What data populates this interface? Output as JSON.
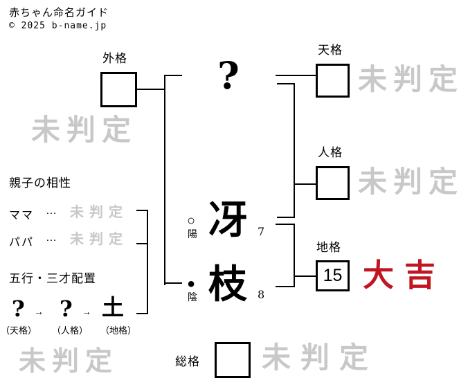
{
  "header": {
    "title": "赤ちゃん命名ガイド",
    "copyright": "© 2025 b-name.jp"
  },
  "colors": {
    "line": "#000000",
    "watermark_gray": "#c8c8c8",
    "luck_red": "#c01622"
  },
  "name": {
    "surname_placeholder": "?",
    "given_chars": [
      {
        "char": "冴",
        "strokes": "7",
        "polarity_symbol": "○",
        "polarity_label": "陽"
      },
      {
        "char": "枝",
        "strokes": "8",
        "polarity_symbol": "●",
        "polarity_label": "陰"
      }
    ]
  },
  "kaku": {
    "gaikaku": {
      "label": "外格",
      "value": "",
      "result": "未判定"
    },
    "tenkaku": {
      "label": "天格",
      "value": "",
      "result": "未判定"
    },
    "jinkaku": {
      "label": "人格",
      "value": "",
      "result": "未判定"
    },
    "chikaku": {
      "label": "地格",
      "value": "15",
      "result": "大吉"
    },
    "soukaku": {
      "label": "総格",
      "value": "",
      "result": "未判定"
    }
  },
  "watermark_bottom_left": "未判定",
  "watermark_gaikaku": "未判定",
  "compatibility": {
    "title": "親子の相性",
    "rows": [
      {
        "label": "ママ",
        "dots": "…",
        "result": "未判定"
      },
      {
        "label": "パパ",
        "dots": "…",
        "result": "未判定"
      }
    ]
  },
  "gogyo": {
    "title": "五行・三才配置",
    "elements": [
      "?",
      "?",
      "土"
    ],
    "arrow": "→",
    "captions": [
      "（天格）",
      "（人格）",
      "（地格）"
    ]
  }
}
